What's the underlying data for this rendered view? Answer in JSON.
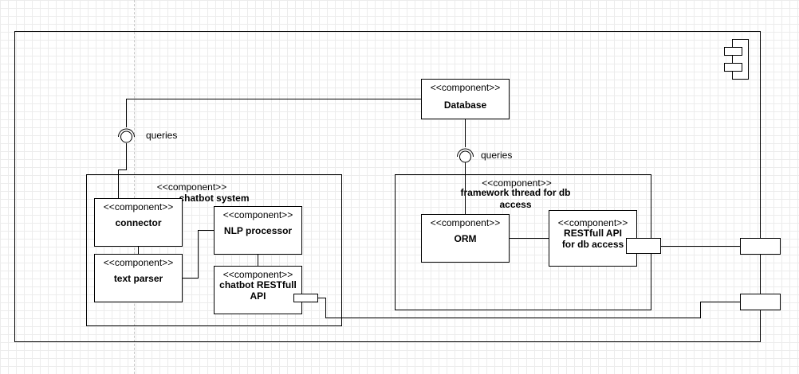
{
  "diagram": {
    "stereotype": "<<component>>",
    "components": {
      "database": {
        "stereotype": "<<component>>",
        "name": "Database"
      },
      "chatbot_system": {
        "stereotype": "<<component>>",
        "name": "chatbot system"
      },
      "connector": {
        "stereotype": "<<component>>",
        "name": "connector"
      },
      "nlp_processor": {
        "stereotype": "<<component>>",
        "name": "NLP processor"
      },
      "text_parser": {
        "stereotype": "<<component>>",
        "name": "text parser"
      },
      "chatbot_api": {
        "stereotype": "<<component>>",
        "name_line1": "chatbot RESTfull",
        "name_line2": "API"
      },
      "framework_thread": {
        "stereotype": "<<component>>",
        "name_line1": "framework thread for db",
        "name_line2": "access"
      },
      "orm": {
        "stereotype": "<<component>>",
        "name": "ORM"
      },
      "restfull_db_api": {
        "stereotype": "<<component>>",
        "name_line1": "RESTfull API",
        "name_line2": "for db access"
      }
    },
    "interfaces": {
      "left_queries": "queries",
      "right_queries": "queries"
    }
  },
  "colors": {
    "line": "#000000",
    "grid": "#ececec",
    "background": "#ffffff"
  }
}
